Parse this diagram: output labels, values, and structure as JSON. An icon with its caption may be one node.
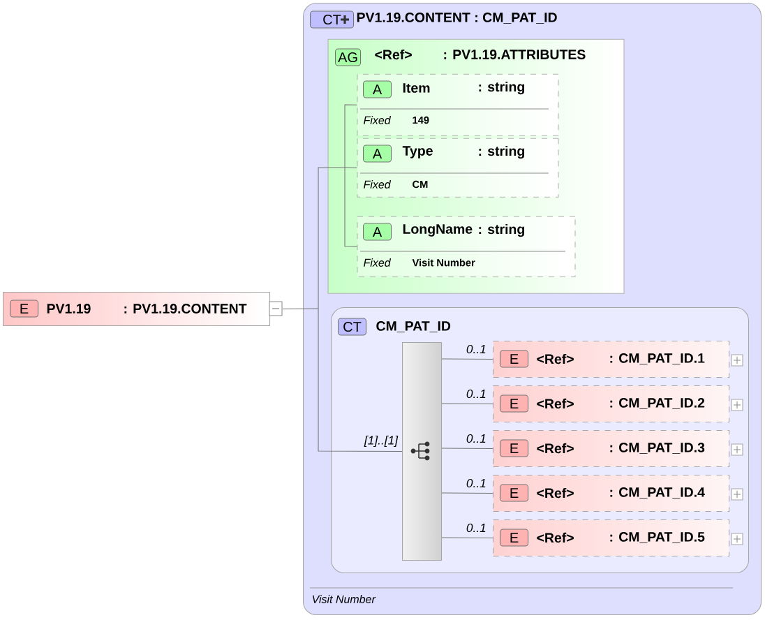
{
  "diagram": {
    "nodes": [
      {
        "text": [
          "E",
          "PV1.19",
          ": PV1.19.CONTENT"
        ]
      },
      {
        "text": [
          "CT",
          "PV1.19.CONTENT : CM_PAT_ID",
          "Visit Number"
        ]
      },
      {
        "text": [
          "AG",
          "<Ref>",
          ": PV1.19.ATTRIBUTES"
        ],
        "in": 1
      },
      {
        "text": [
          "A",
          "Item",
          ": string",
          "Fixed",
          "149"
        ],
        "in": 2
      },
      {
        "text": [
          "A",
          "Type",
          ": string",
          "Fixed",
          "CM"
        ],
        "in": 2
      },
      {
        "text": [
          "A",
          "LongName",
          ": string",
          "Fixed",
          "Visit Number"
        ],
        "in": 2
      },
      {
        "text": [
          "CT",
          "CM_PAT_ID"
        ],
        "in": 1
      },
      {
        "text": [],
        "shape": "bar",
        "in": 6
      },
      {
        "text": [
          "E",
          "<Ref>",
          ": CM_PAT_ID.1"
        ],
        "in": 6
      },
      {
        "text": [
          "E",
          "<Ref>",
          ": CM_PAT_ID.2"
        ],
        "in": 6
      },
      {
        "text": [
          "E",
          "<Ref>",
          ": CM_PAT_ID.3"
        ],
        "in": 6
      },
      {
        "text": [
          "E",
          "<Ref>",
          ": CM_PAT_ID.4"
        ],
        "in": 6
      },
      {
        "text": [
          "E",
          "<Ref>",
          ": CM_PAT_ID.5"
        ],
        "in": 6
      }
    ],
    "edges": [
      {
        "from": 0,
        "to": 3,
        "arrow": "none"
      },
      {
        "from": 0,
        "to": 4,
        "arrow": "none"
      },
      {
        "from": 0,
        "to": 5,
        "arrow": "none"
      },
      {
        "from": 0,
        "to": 7,
        "arrow": "none",
        "label": "[1]..[1]"
      },
      {
        "from": 7,
        "to": 8,
        "arrow": "none",
        "label": "0..1"
      },
      {
        "from": 7,
        "to": 9,
        "arrow": "none",
        "label": "0..1"
      },
      {
        "from": 7,
        "to": 10,
        "arrow": "none",
        "label": "0..1"
      },
      {
        "from": 7,
        "to": 11,
        "arrow": "none",
        "label": "0..1"
      },
      {
        "from": 7,
        "to": 12,
        "arrow": "none",
        "label": "0..1"
      }
    ]
  }
}
